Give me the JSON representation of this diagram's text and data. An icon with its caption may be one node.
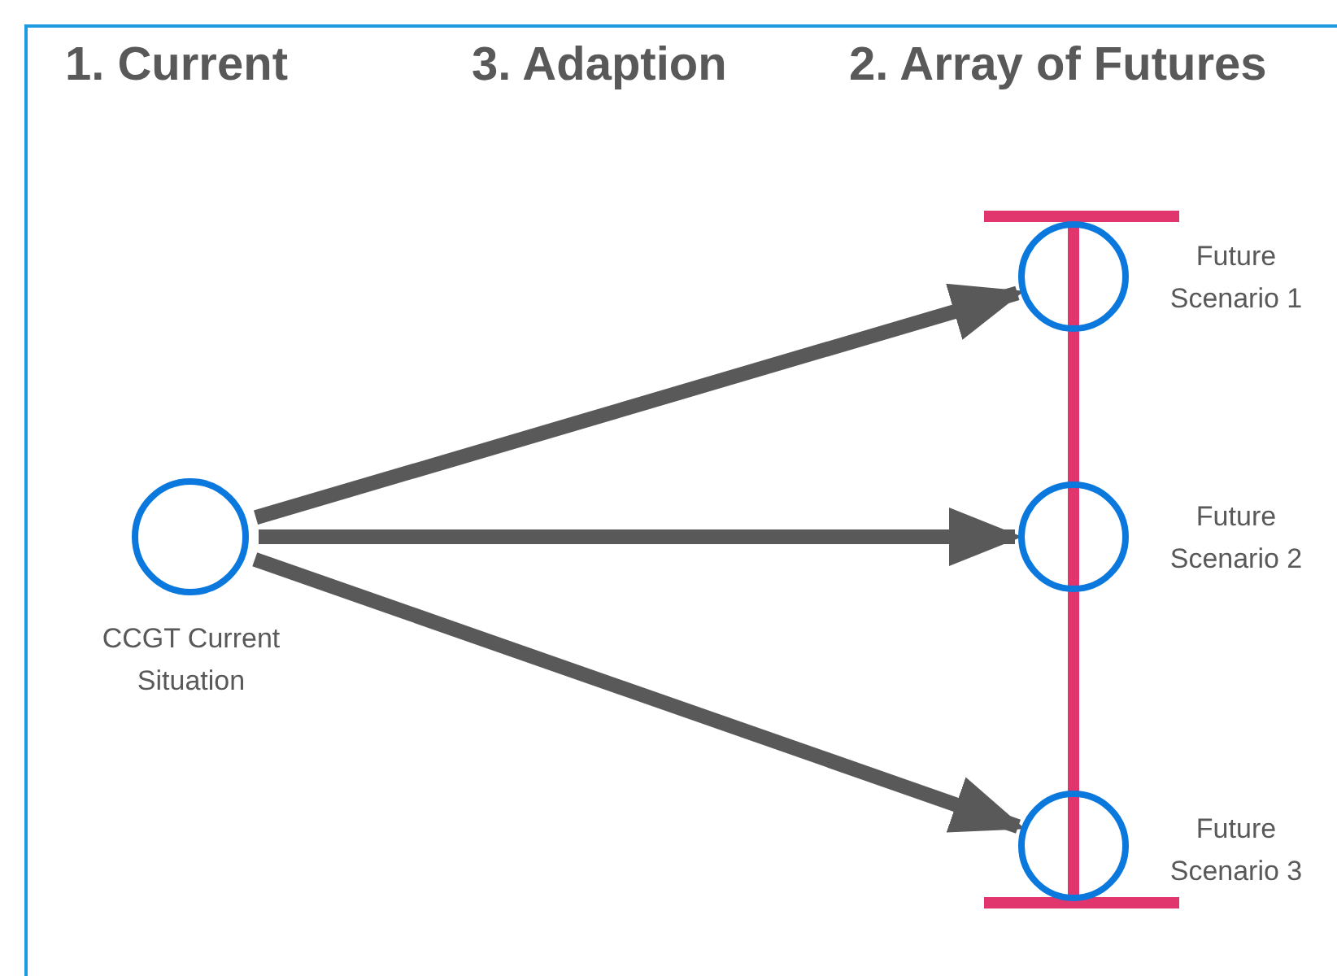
{
  "diagram": {
    "nodes": [
      {
        "text": [],
        "shape": "circle",
        "beside": [
          "CCGT Current Situation"
        ]
      },
      {
        "text": [],
        "shape": "circle",
        "beside": [
          "Future Scenario 1"
        ]
      },
      {
        "text": [],
        "shape": "circle",
        "beside": [
          "Future Scenario 2"
        ]
      },
      {
        "text": [],
        "shape": "circle",
        "beside": [
          "Future Scenario 3"
        ]
      }
    ],
    "edges": [
      {
        "from": 0,
        "to": 1,
        "arrow": "to"
      },
      {
        "from": 0,
        "to": 2,
        "arrow": "to"
      },
      {
        "from": 0,
        "to": 3,
        "arrow": "to"
      }
    ],
    "labels": [
      "1. Current",
      "3. Adaption",
      "2. Array of Futures"
    ]
  }
}
